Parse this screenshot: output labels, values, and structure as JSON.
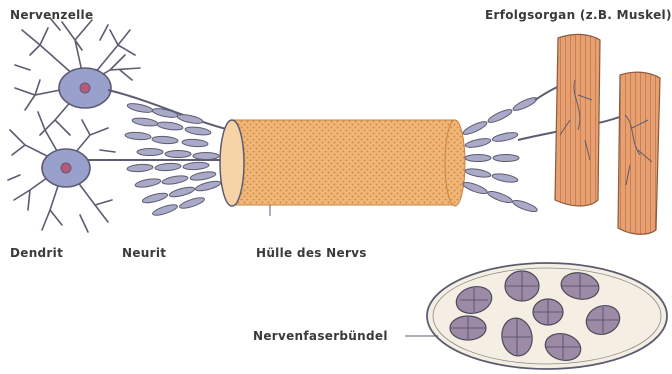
{
  "labels": {
    "nerve_cell": "Nervenzelle",
    "effector_organ": "Erfolgsorgan (z.B. Muskel)",
    "dendrite": "Dendrit",
    "neurite": "Neurit",
    "nerve_sheath": "Hülle des Nervs",
    "nerve_fiber_bundle": "Nervenfaserbündel"
  },
  "colors": {
    "cell_body": "#9aa0cc",
    "cell_nucleus": "#b85a7a",
    "fiber": "#a9a9c8",
    "fiber_outline": "#5c5c70",
    "sheath": "#f0b878",
    "sheath_dots": "#d98a45",
    "muscle": "#e8a070",
    "muscle_stripe": "#b06a45",
    "bundle": "#9c8aa6",
    "oval_fill": "#f5eee2",
    "ink": "#3a3a3a"
  }
}
